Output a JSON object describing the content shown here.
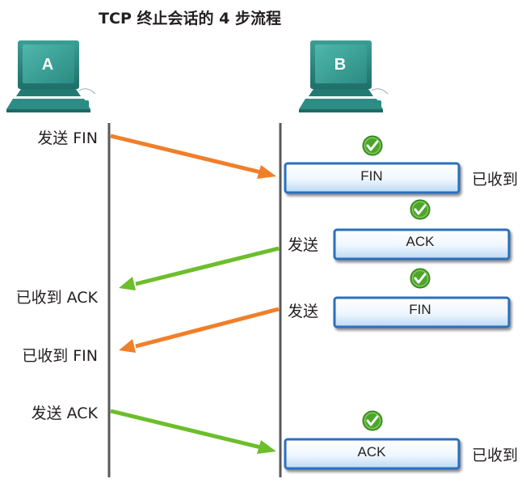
{
  "title": "TCP 终止会话的 4 步流程",
  "hosts": {
    "a": {
      "label": "A"
    },
    "b": {
      "label": "B"
    }
  },
  "left_events": [
    {
      "text": "发送 FIN"
    },
    {
      "text": "已收到 ACK"
    },
    {
      "text": "已收到 FIN"
    },
    {
      "text": "发送 ACK"
    }
  ],
  "right_boxes": [
    {
      "text": "FIN",
      "side_label": "已收到"
    },
    {
      "text": "ACK",
      "side_label": "发送"
    },
    {
      "text": "FIN",
      "side_label": "发送"
    },
    {
      "text": "ACK",
      "side_label": "已收到"
    }
  ],
  "arrows": [
    {
      "from": "A",
      "to": "B",
      "color": "#f07f2a"
    },
    {
      "from": "B",
      "to": "A",
      "color": "#6cbe2b"
    },
    {
      "from": "B",
      "to": "A",
      "color": "#f07f2a"
    },
    {
      "from": "A",
      "to": "B",
      "color": "#6cbe2b"
    }
  ],
  "colors": {
    "orange": "#f07f2a",
    "green": "#6cbe2b",
    "timeline": "#595959",
    "box_border": "#2a70c0",
    "check": "#4da52c",
    "monitor": "#2d8d85"
  }
}
